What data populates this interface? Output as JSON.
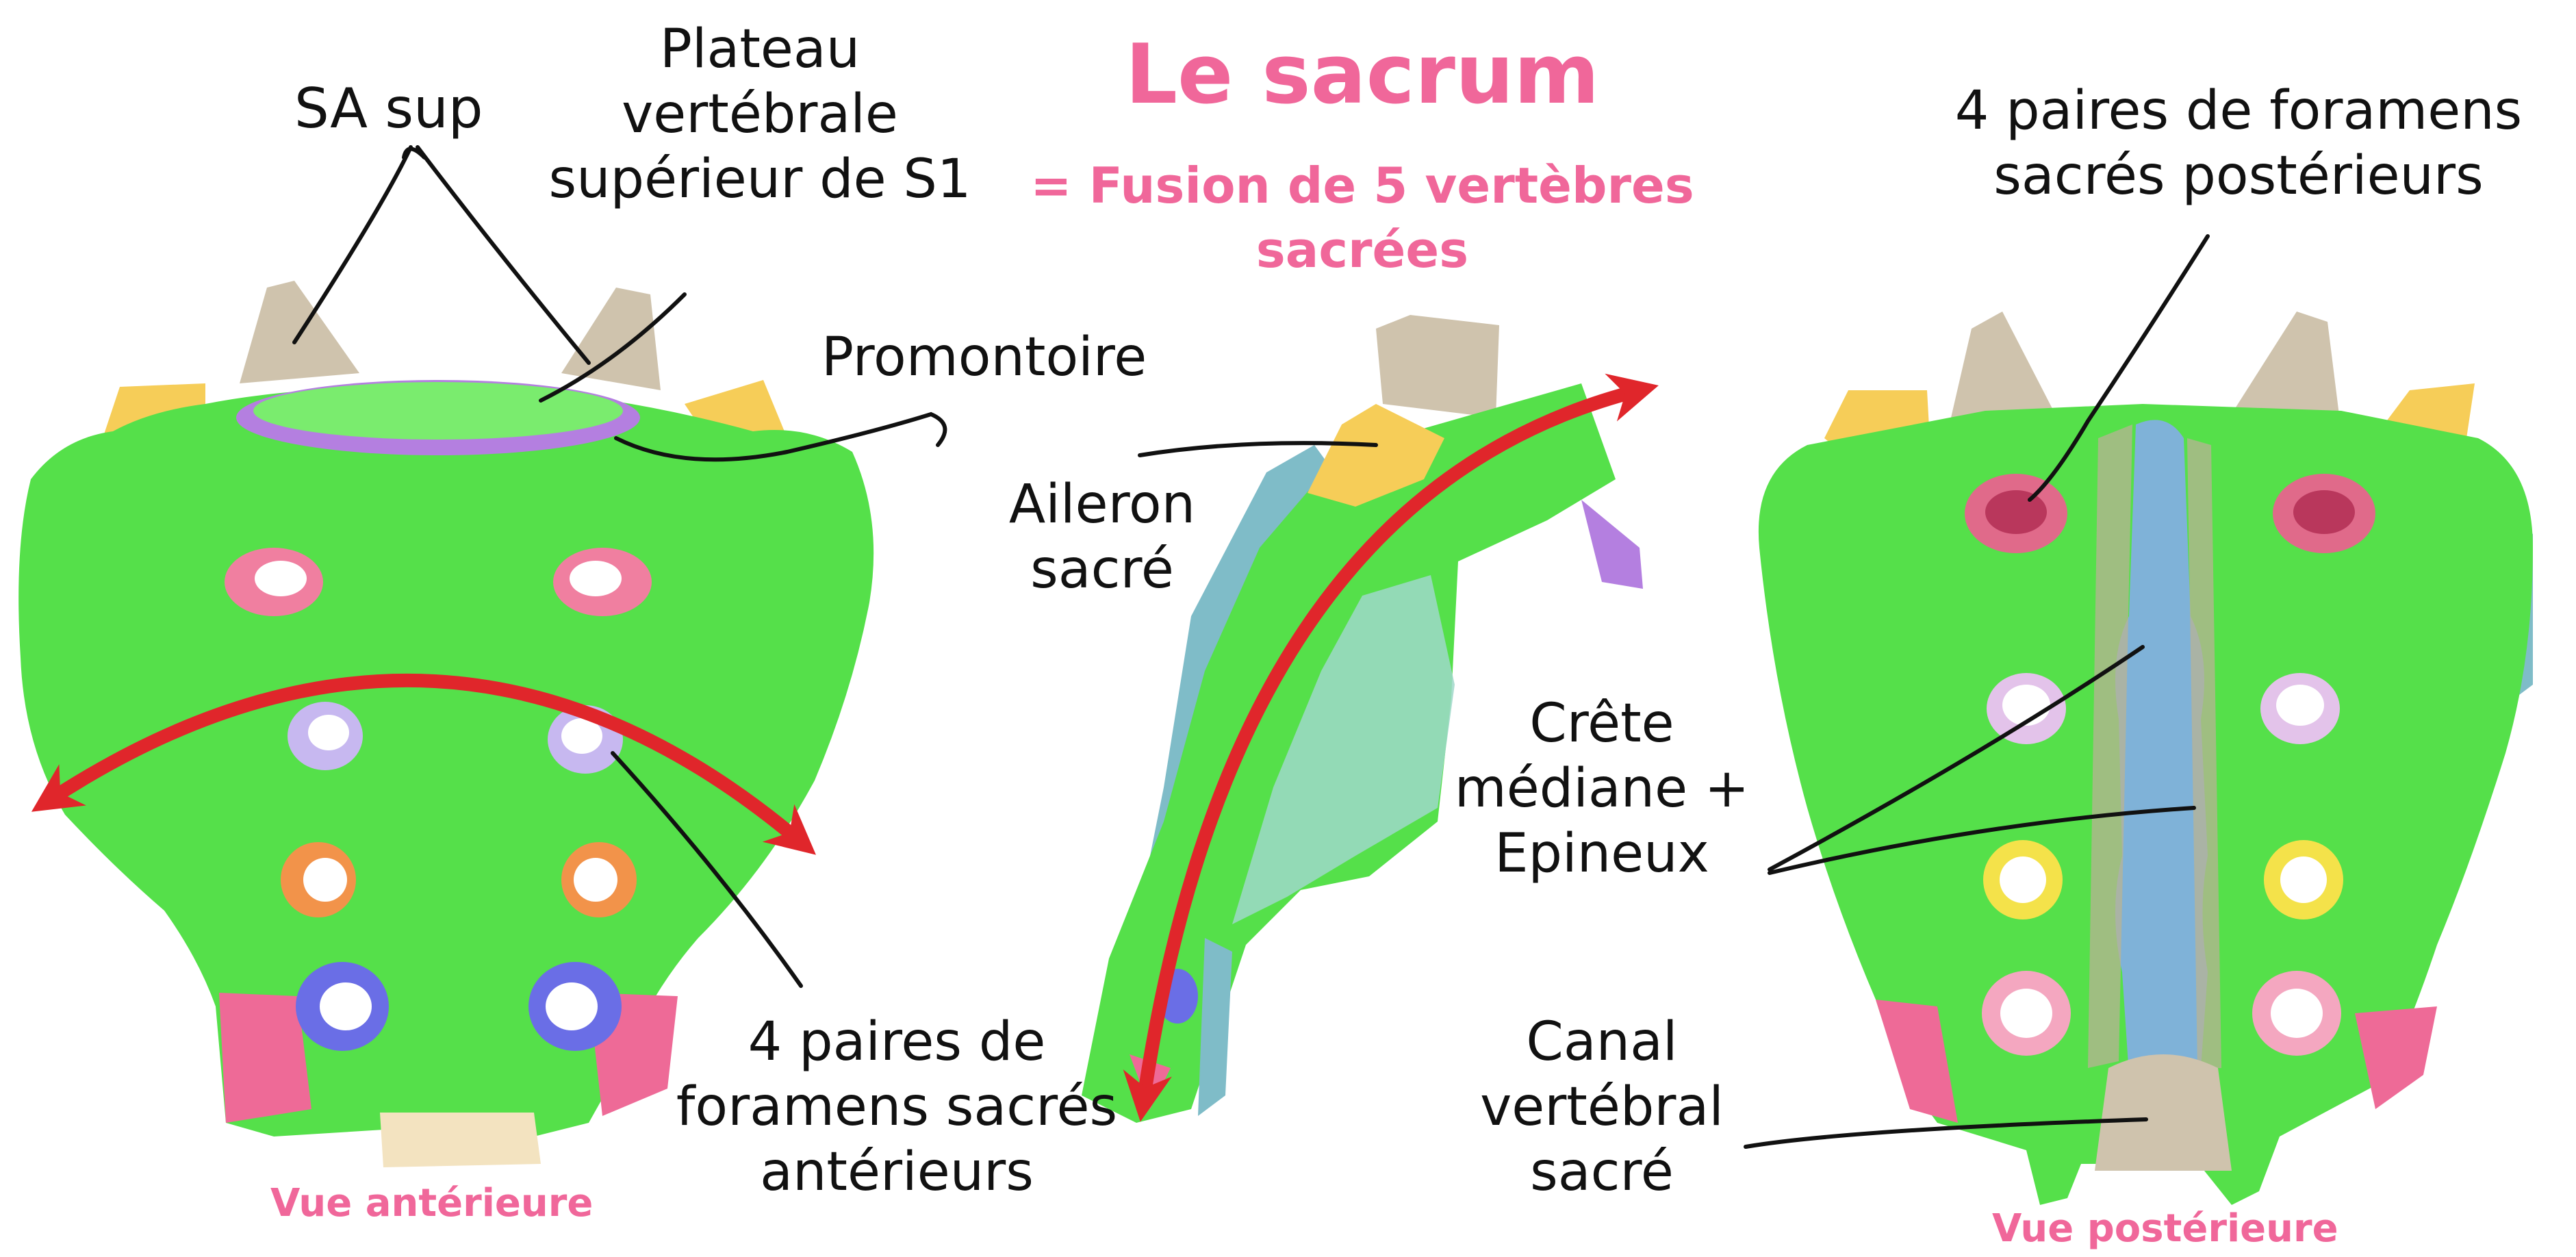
{
  "title": "Le sacrum",
  "subtitle": {
    "line1": "= Fusion de 5 vertèbres",
    "line2": "sacrées"
  },
  "views": {
    "anterior": "Vue antérieure",
    "posterior": "Vue postérieure"
  },
  "labels": {
    "sa_sup": "SA sup",
    "plateau": {
      "line1": "Plateau",
      "line2": "vertébrale",
      "line3": "supérieur de S1"
    },
    "promontoire": "Promontoire",
    "aileron": {
      "line1": "Aileron",
      "line2": "sacré"
    },
    "foramens_anterieurs": {
      "line1": "4 paires de",
      "line2": "foramens sacrés",
      "line3": "antérieurs"
    },
    "foramens_posterieurs": {
      "line1": "4 paires de foramens",
      "line2": "sacrés postérieurs"
    },
    "crete": {
      "line1": "Crête",
      "line2": "médiane +",
      "line3": "Epineux"
    },
    "canal": {
      "line1": "Canal",
      "line2": "vertébral",
      "line3": "sacré"
    }
  },
  "colors": {
    "bone_green": "#55e04a",
    "bone_green_light": "#7aec6e",
    "process_beige": "#cfc3ad",
    "ala_yellow": "#f6cd58",
    "plateau_purple": "#b47fe0",
    "coccyx_pink": "#ee6a97",
    "coccyx_cream": "#f3e3c0",
    "foramen_pink": "#f07fa0",
    "foramen_lavender": "#c7b8f0",
    "foramen_orange": "#f2934a",
    "foramen_blue": "#6a6ee6",
    "foramen_yellow": "#f4e24a",
    "crest_blue": "#7fb2d8",
    "side_teal": "#7fbcc8",
    "arrow_red": "#e0262b",
    "title_pink": "#f0679a",
    "leader_black": "#111111"
  },
  "icons": {
    "arrow": "curved-red-double-arrow"
  }
}
